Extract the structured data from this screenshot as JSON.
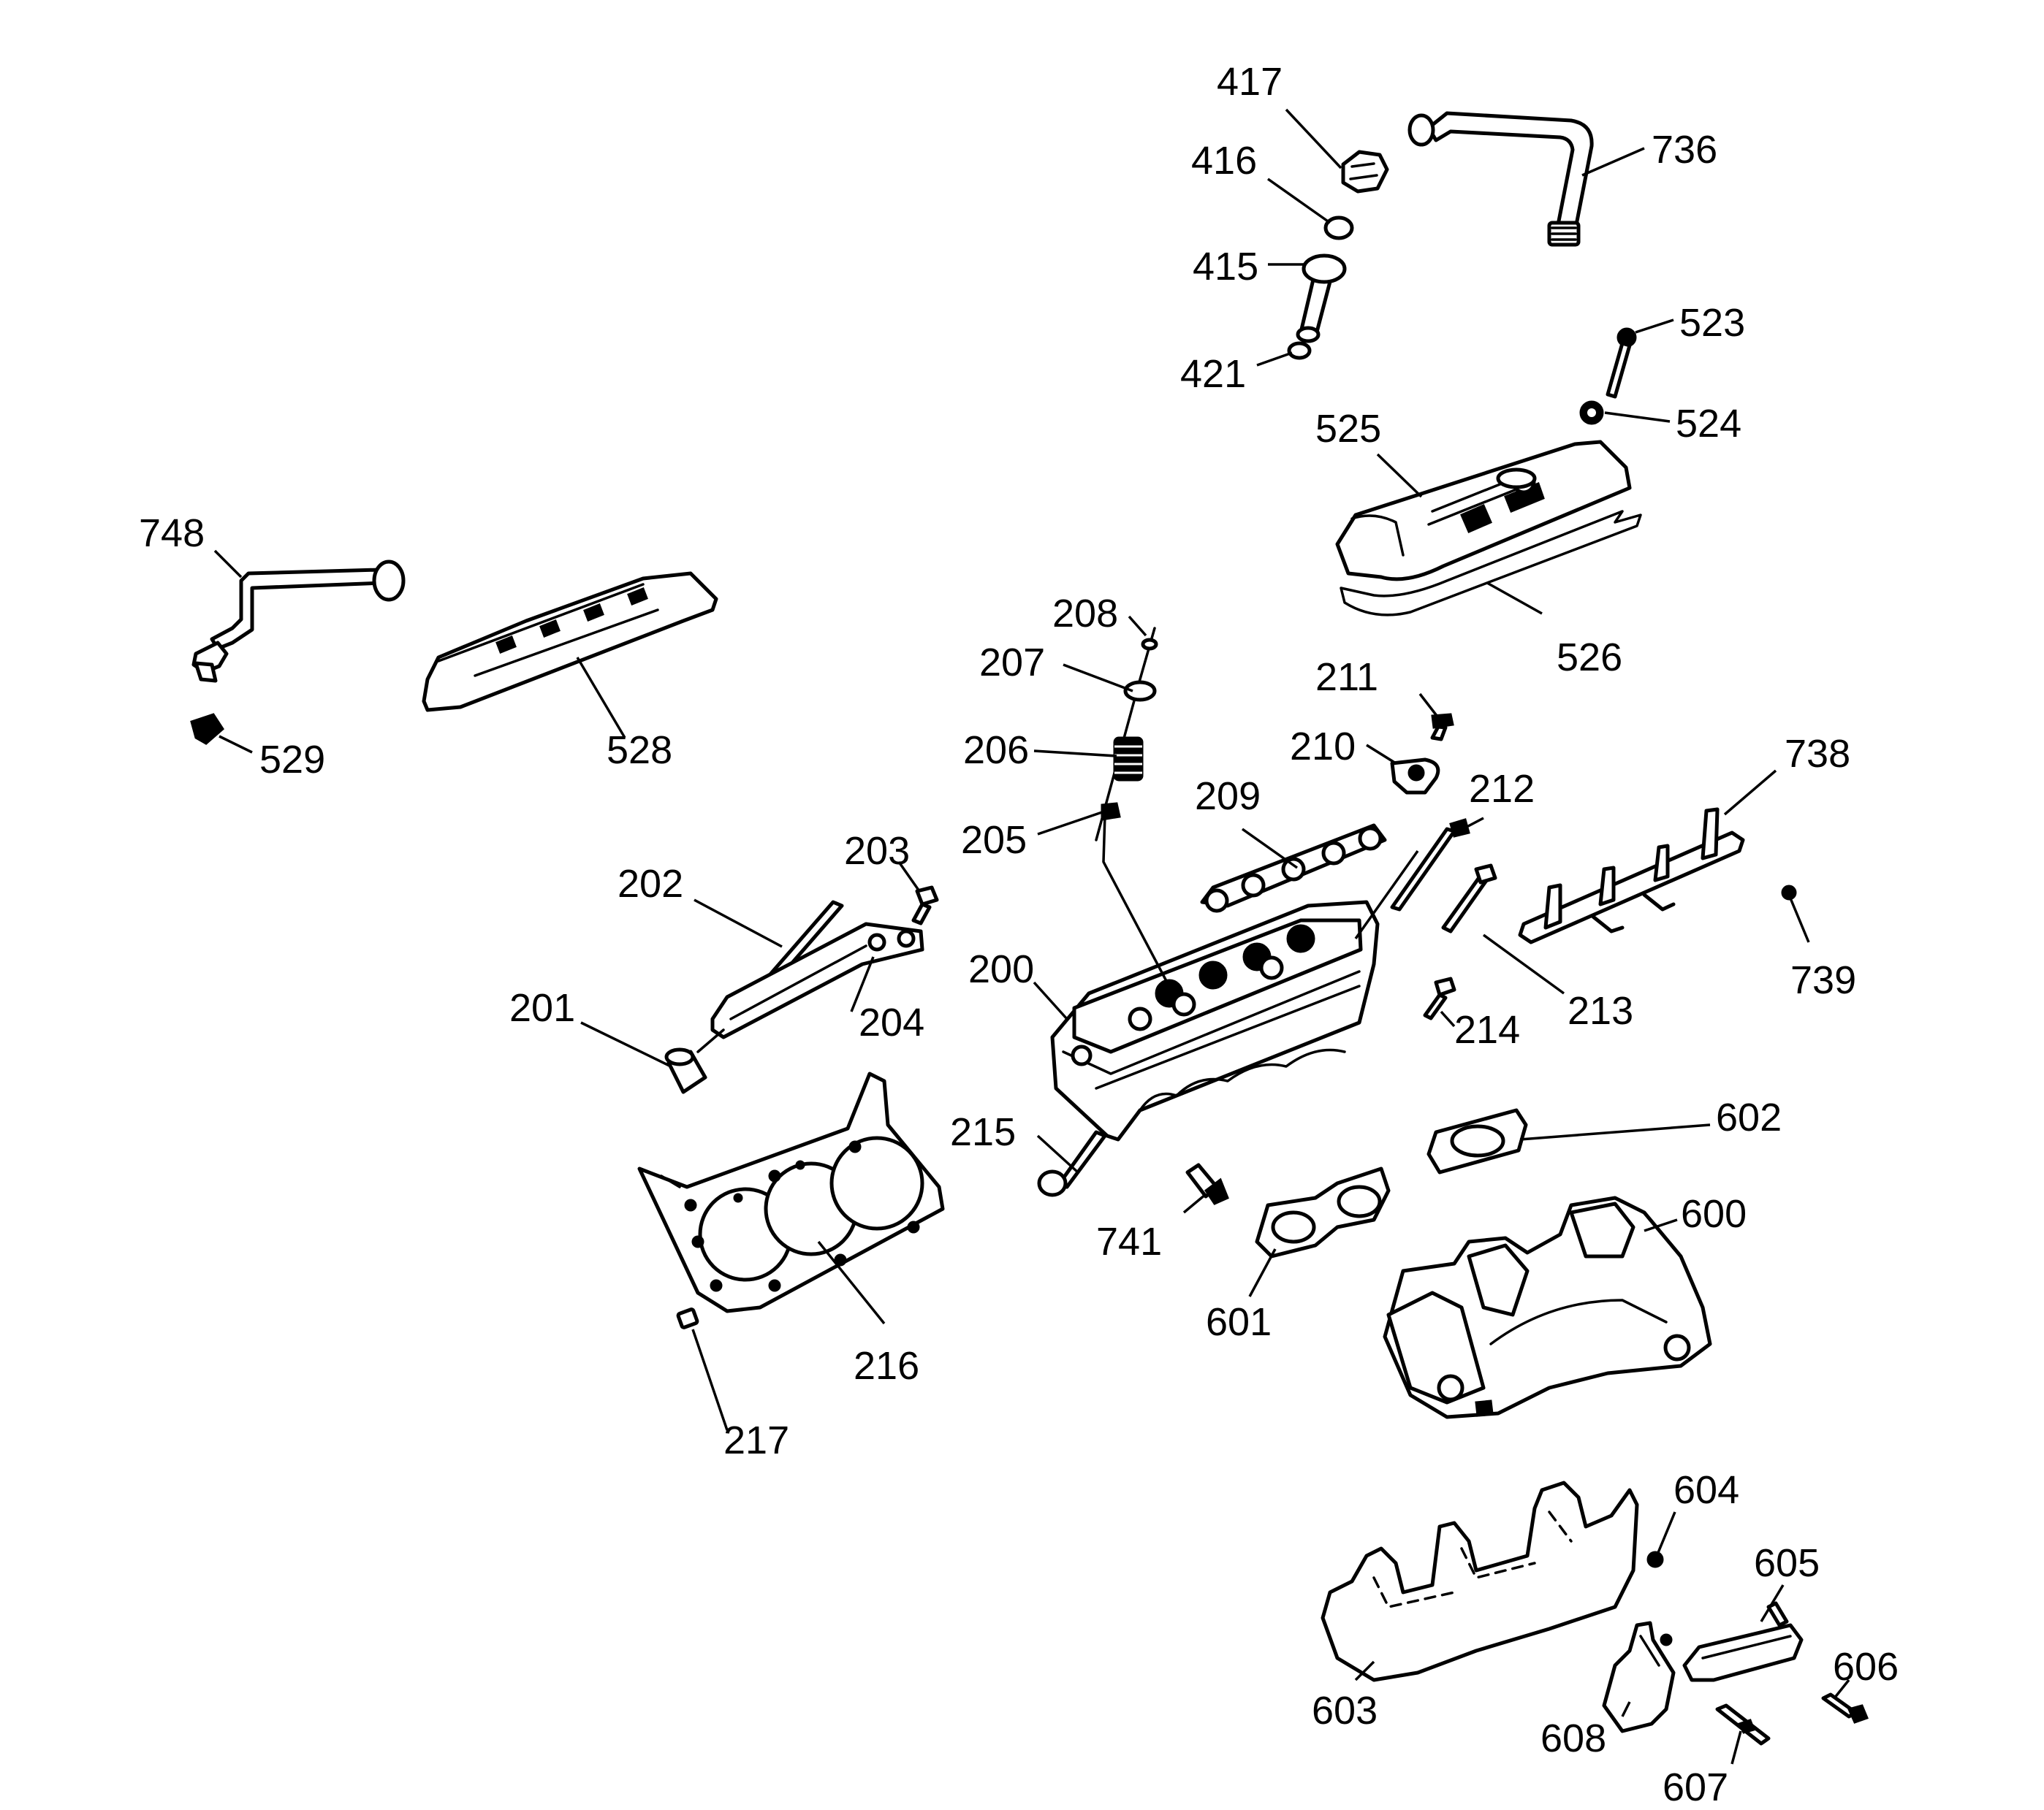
{
  "callouts": {
    "c200": "200",
    "c201": "201",
    "c202": "202",
    "c203": "203",
    "c204": "204",
    "c205": "205",
    "c206": "206",
    "c207": "207",
    "c208": "208",
    "c209": "209",
    "c210": "210",
    "c211": "211",
    "c212": "212",
    "c213": "213",
    "c214": "214",
    "c215": "215",
    "c216": "216",
    "c217": "217",
    "c415": "415",
    "c416": "416",
    "c417": "417",
    "c421": "421",
    "c523": "523",
    "c524": "524",
    "c525": "525",
    "c526": "526",
    "c528": "528",
    "c529": "529",
    "c600": "600",
    "c601": "601",
    "c602": "602",
    "c603": "603",
    "c604": "604",
    "c605": "605",
    "c606": "606",
    "c607": "607",
    "c608": "608",
    "c736": "736",
    "c738": "738",
    "c739": "739",
    "c741": "741",
    "c748": "748"
  }
}
